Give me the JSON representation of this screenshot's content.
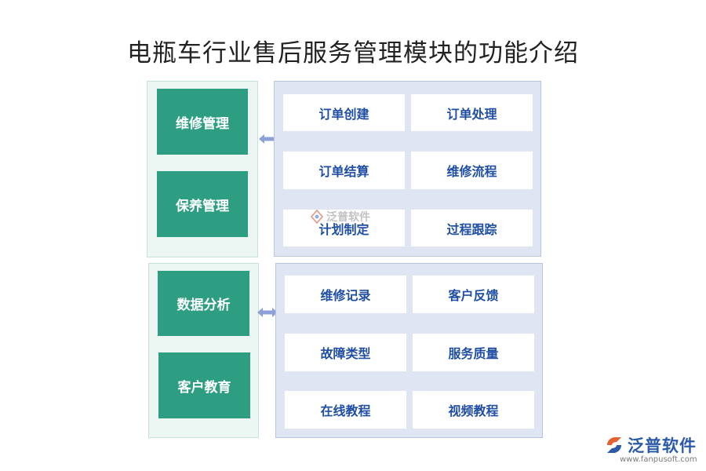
{
  "title": "电瓶车行业售后服务管理模块的功能介绍",
  "groups": [
    {
      "left": [
        "维修管理",
        "保养管理"
      ],
      "right": [
        "订单创建",
        "订单处理",
        "订单结算",
        "维修流程",
        "计划制定",
        "过程跟踪"
      ]
    },
    {
      "left": [
        "数据分析",
        "客户教育"
      ],
      "right": [
        "维修记录",
        "客户反馈",
        "故障类型",
        "服务质量",
        "在线教程",
        "视频教程"
      ]
    }
  ],
  "watermark": {
    "text": "泛普软件"
  },
  "logo": {
    "text": "泛普软件",
    "url": "www.fanpusoft.com"
  },
  "colors": {
    "green": "#2e9e82",
    "left_panel_bg": "#ecf6f2",
    "right_panel_bg": "#dfe5f3",
    "cell_text": "#1f4ea3",
    "connector": "#8da1d6"
  }
}
